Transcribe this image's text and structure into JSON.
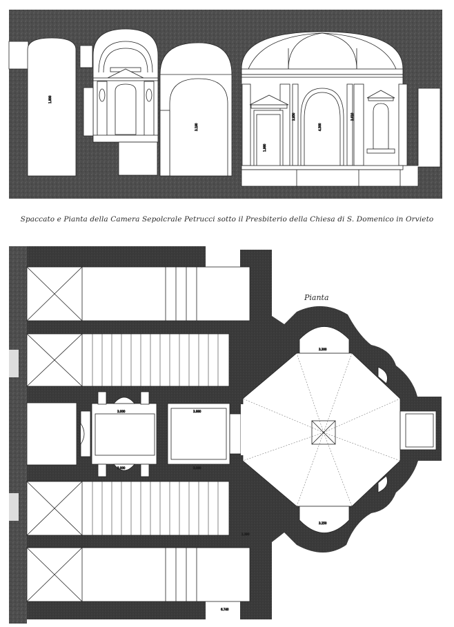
{
  "caption": "Spaccato e Pianta della Camera Sepolcrale Petrucci sotto il Presbiterio della Chiesa di S. Domenico in Orvieto",
  "plan_label": "Pianta",
  "colors": {
    "paper": "#ffffff",
    "rock": "#4a4a4a",
    "wall": "#3a3a3a",
    "line": "#222222",
    "light_fill": "#f4f4f4"
  },
  "sections": [
    {
      "name": "spaccato",
      "description_visible": false
    },
    {
      "name": "pianta",
      "description_visible": true
    }
  ]
}
